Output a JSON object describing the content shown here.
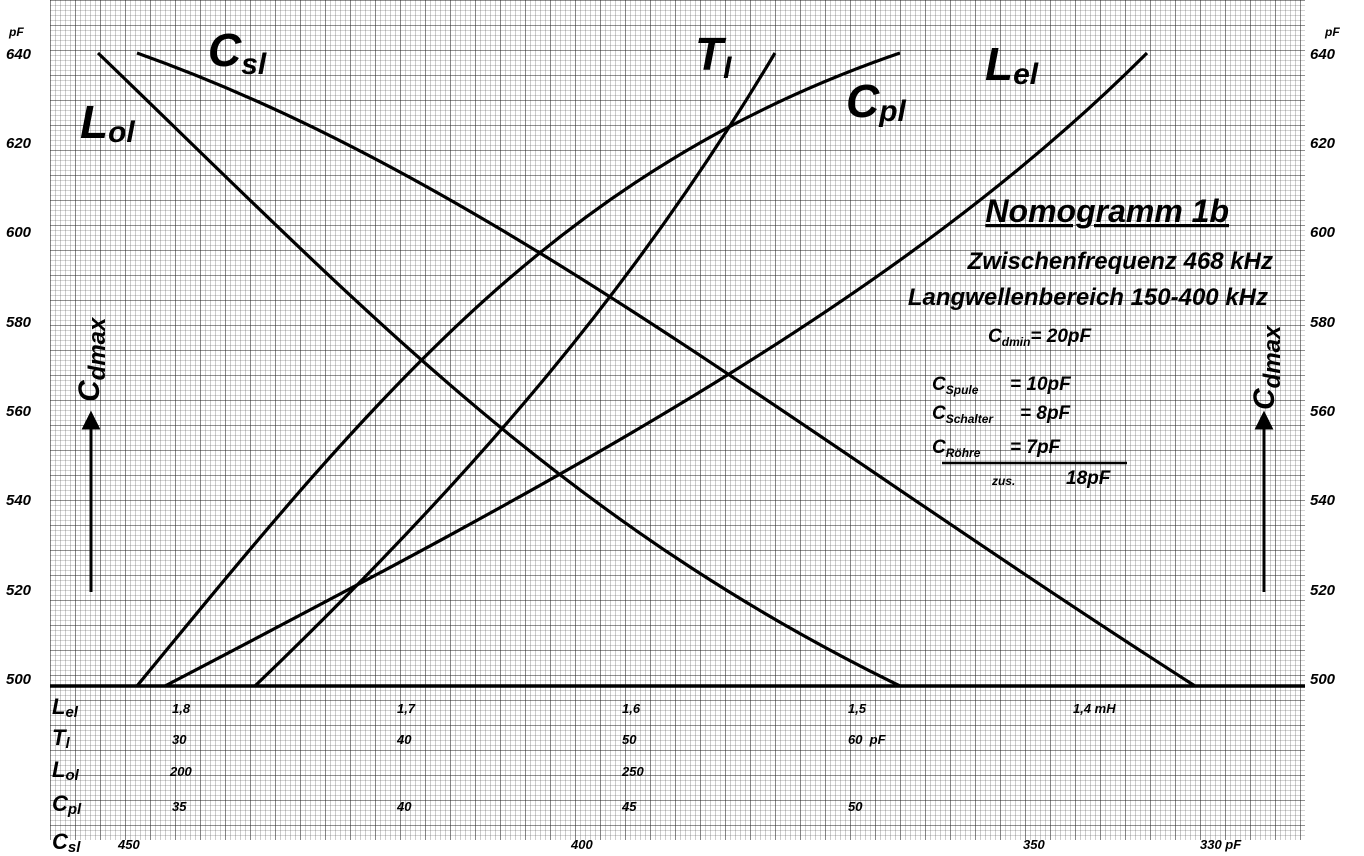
{
  "y_axis": {
    "unit": "pF",
    "ticks": [
      "640",
      "620",
      "600",
      "580",
      "560",
      "540",
      "520",
      "500"
    ],
    "label_main": "C",
    "label_sub": "dmax"
  },
  "curves": [
    {
      "id": "Lol",
      "main": "L",
      "sub": "ol"
    },
    {
      "id": "Csl",
      "main": "C",
      "sub": "sl"
    },
    {
      "id": "Tl",
      "main": "T",
      "sub": "l"
    },
    {
      "id": "Cpl",
      "main": "C",
      "sub": "pl"
    },
    {
      "id": "Lel",
      "main": "L",
      "sub": "el"
    }
  ],
  "info": {
    "title": "Nomogramm 1b",
    "line1": "Zwischenfrequenz 468 kHz",
    "line2": "Langwellenbereich 150-400 kHz",
    "cdmin": {
      "main": "C",
      "sub": "dmin",
      "value": "= 20pF"
    },
    "components": [
      {
        "main": "C",
        "sub": "Spule",
        "value": "=  10pF"
      },
      {
        "main": "C",
        "sub": "Schalter",
        "value": "=   8pF"
      },
      {
        "main": "C",
        "sub": "Röhre",
        "value": "=   7pF"
      }
    ],
    "total": {
      "label": "zus.",
      "value": "18pF"
    }
  },
  "scales": [
    {
      "main": "L",
      "sub": "el",
      "values": [
        "1,8",
        "1,7",
        "1,6",
        "1,5",
        "1,4 mH"
      ]
    },
    {
      "main": "T",
      "sub": "l",
      "values": [
        "30",
        "40",
        "50",
        "60  pF"
      ]
    },
    {
      "main": "L",
      "sub": "ol",
      "values": [
        "200",
        "250"
      ]
    },
    {
      "main": "C",
      "sub": "pl",
      "values": [
        "35",
        "40",
        "45",
        "50"
      ]
    },
    {
      "main": "C",
      "sub": "sl",
      "values": [
        "450",
        "400",
        "350",
        "330 pF"
      ]
    }
  ]
}
